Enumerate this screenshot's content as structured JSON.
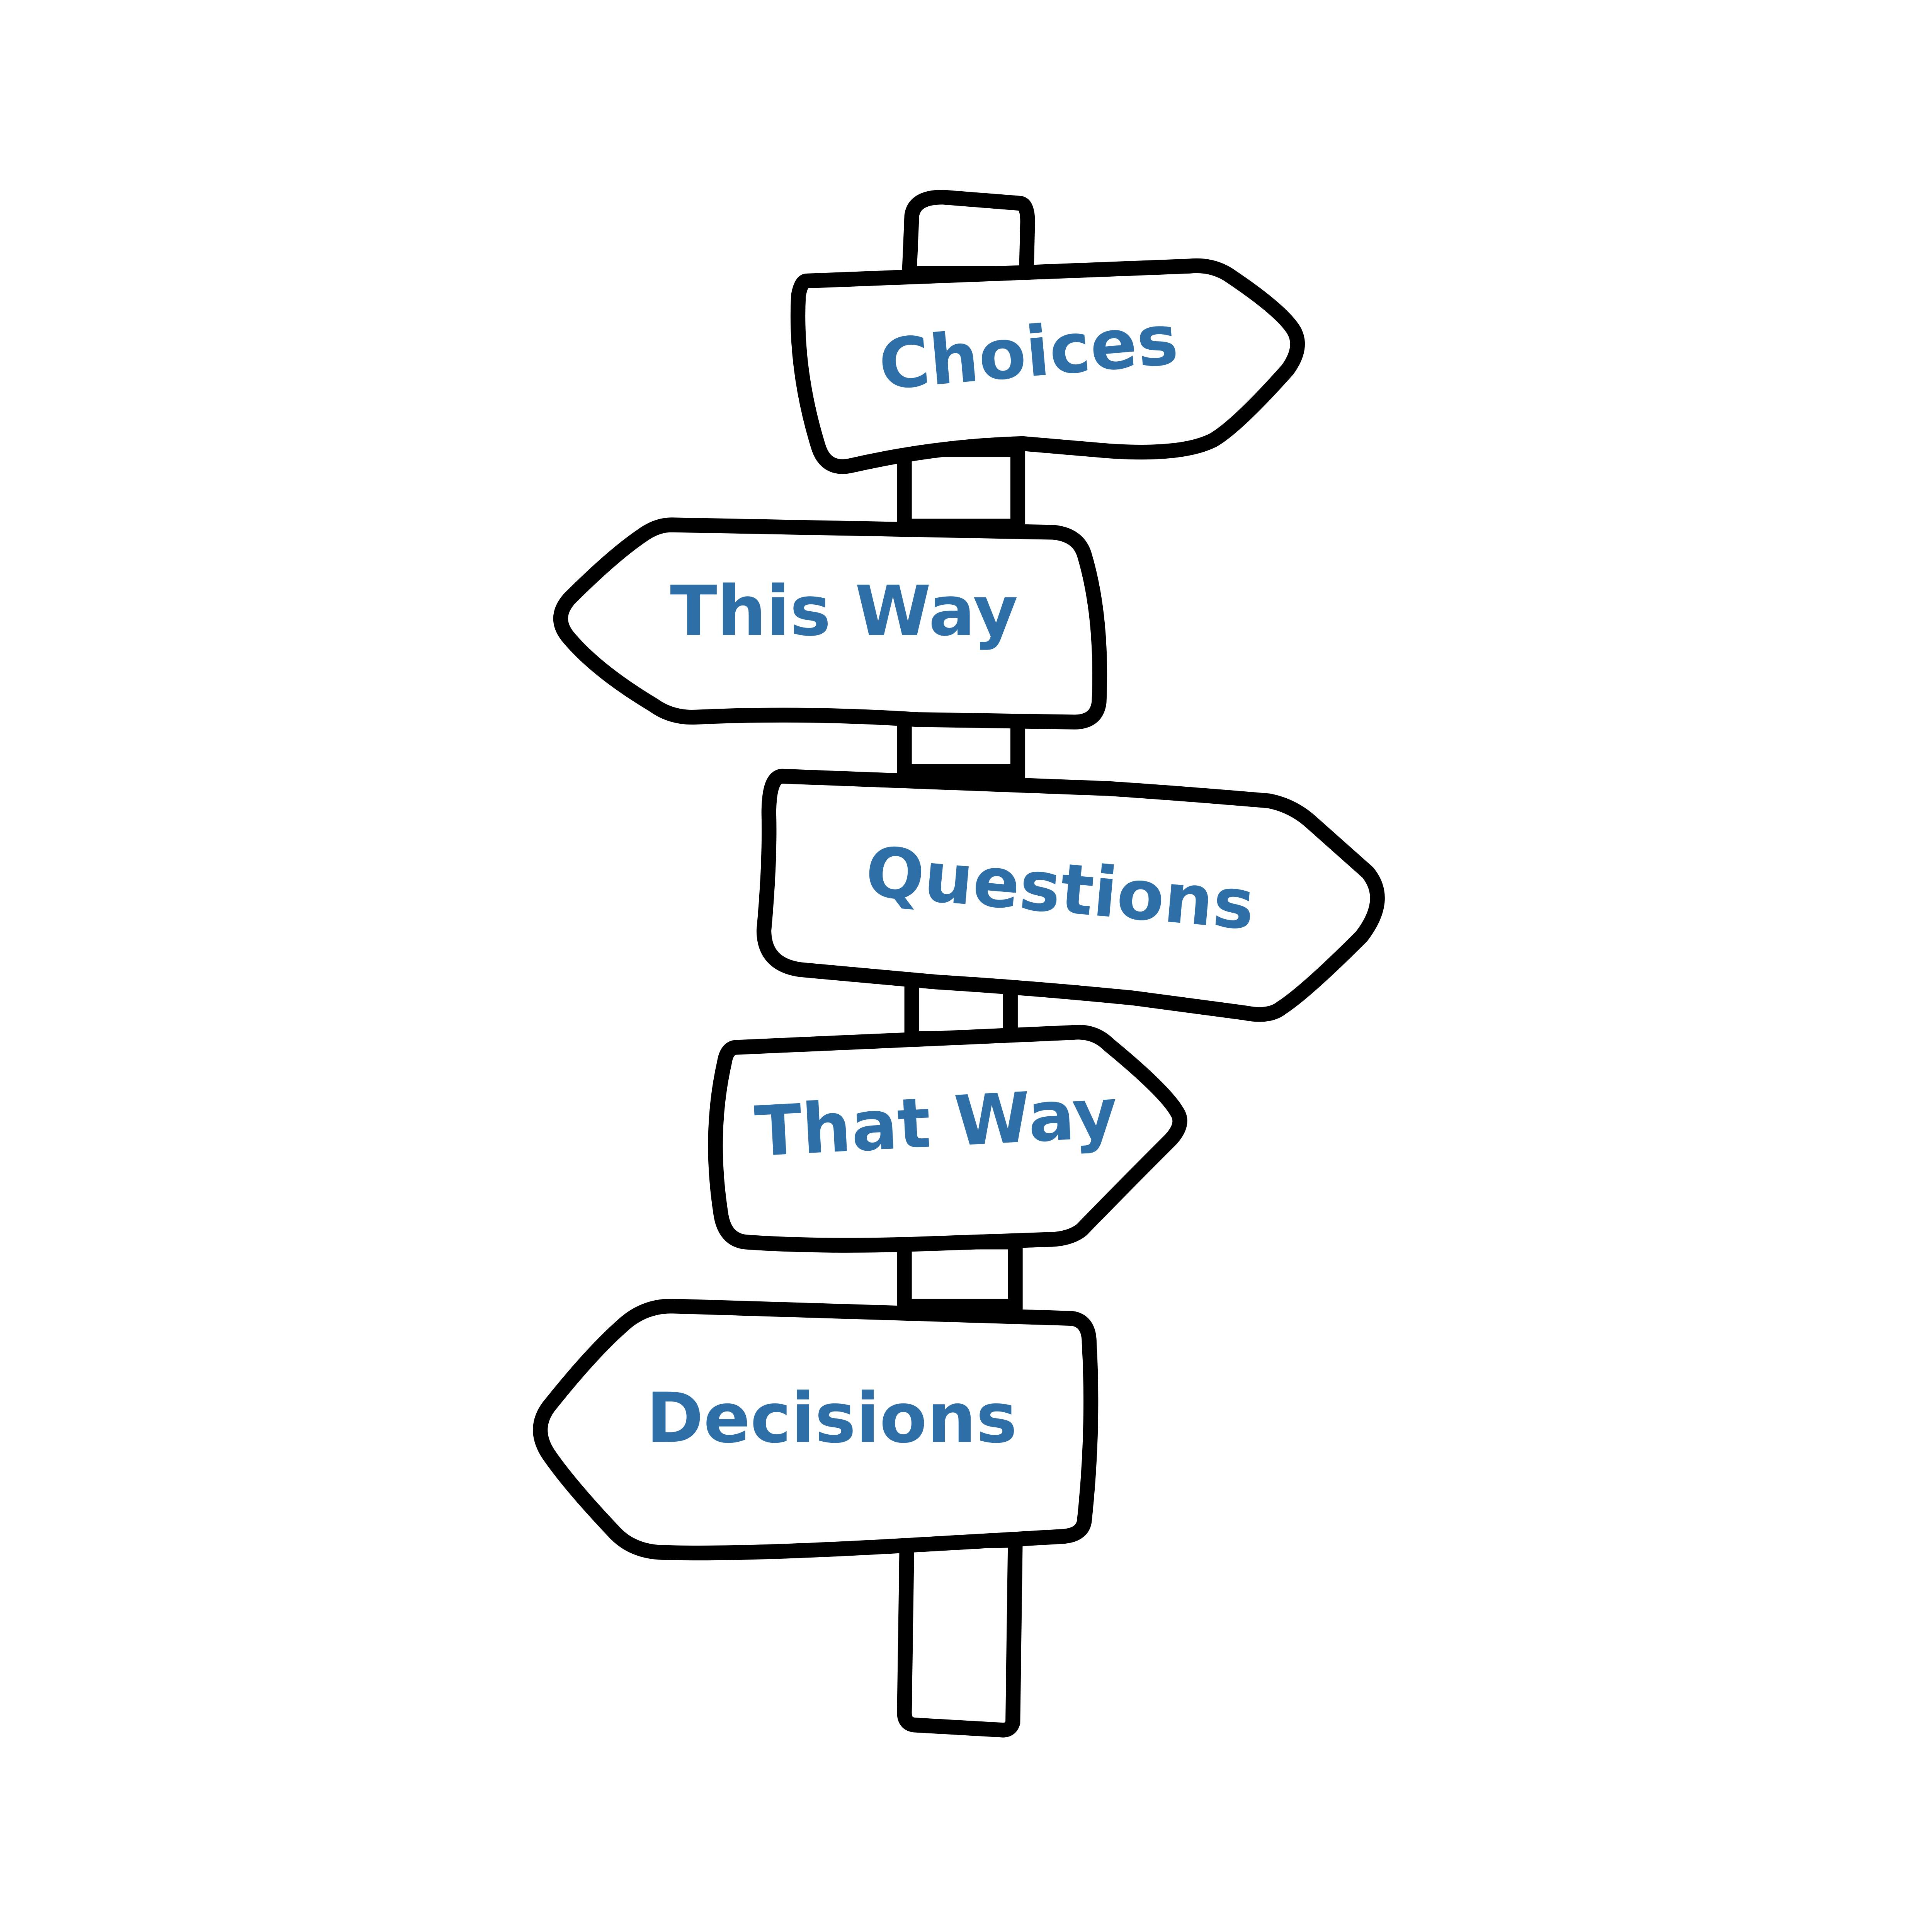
{
  "colors": {
    "text": "#2E6FA7",
    "outline": "#000000",
    "background": "#FFFFFF"
  },
  "signs": [
    {
      "label": "Choices",
      "direction": "right"
    },
    {
      "label": "This Way",
      "direction": "left"
    },
    {
      "label": "Questions",
      "direction": "right"
    },
    {
      "label": "That Way",
      "direction": "right"
    },
    {
      "label": "Decisions",
      "direction": "left"
    }
  ]
}
